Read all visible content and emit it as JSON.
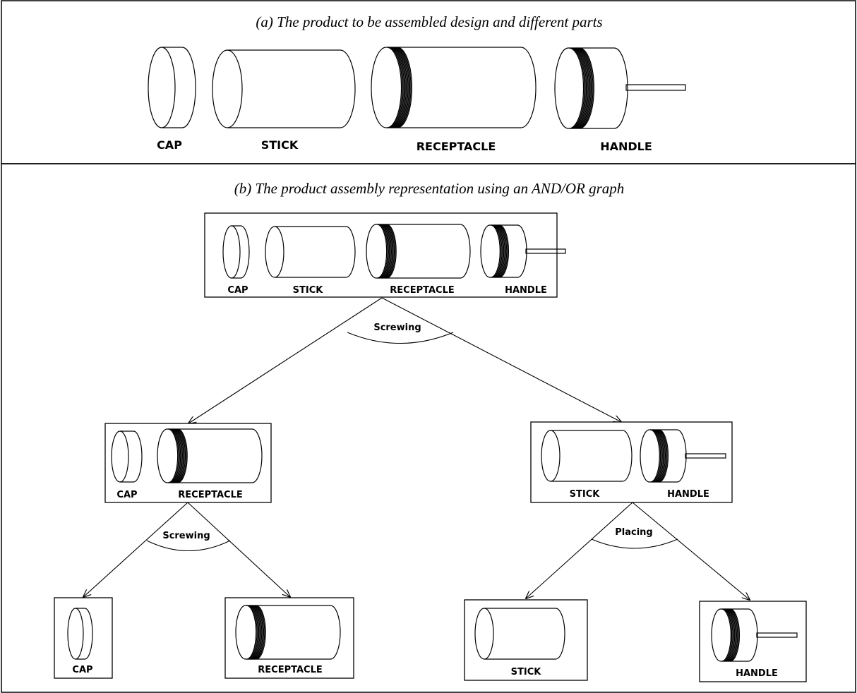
{
  "panel_a": {
    "caption": "(a) The product to be assembled design and different parts",
    "parts": [
      "CAP",
      "STICK",
      "RECEPTACLE",
      "HANDLE"
    ]
  },
  "panel_b": {
    "caption": "(b) The product assembly representation using an AND/OR graph",
    "nodes": {
      "root": [
        "CAP",
        "STICK",
        "RECEPTACLE",
        "HANDLE"
      ],
      "left": [
        "CAP",
        "RECEPTACLE"
      ],
      "right": [
        "STICK",
        "HANDLE"
      ],
      "leaf_cap": [
        "CAP"
      ],
      "leaf_receptacle": [
        "RECEPTACLE"
      ],
      "leaf_stick": [
        "STICK"
      ],
      "leaf_handle": [
        "HANDLE"
      ]
    },
    "operations": {
      "root": "Screwing",
      "left": "Screwing",
      "right": "Placing"
    }
  }
}
